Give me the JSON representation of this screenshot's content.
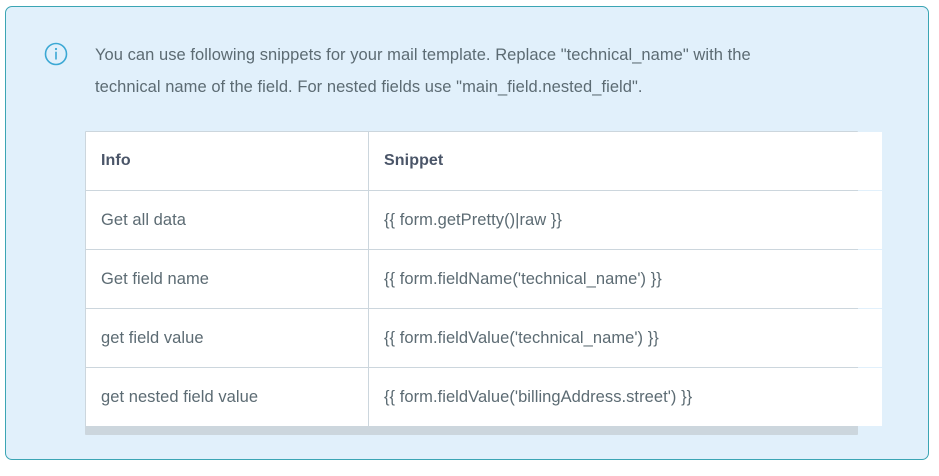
{
  "alert": {
    "icon": "info-circle-icon",
    "border_color": "#3ba5b4",
    "background_color": "#e1f0fb",
    "text_color": "#5c6b73",
    "message_line_1": "You can use following snippets for your mail template. Replace \"technical_name\" with the",
    "message_line_2": "technical name of the field. For nested fields use \"main_field.nested_field\"."
  },
  "table": {
    "headers": {
      "info": "Info",
      "snippet": "Snippet"
    },
    "rows": [
      {
        "info": "Get all data",
        "snippet": "{{ form.getPretty()|raw }}"
      },
      {
        "info": "Get field name",
        "snippet": "{{ form.fieldName('technical_name') }}"
      },
      {
        "info": "get field value",
        "snippet": "{{ form.fieldValue('technical_name') }}"
      },
      {
        "info": "get nested field value",
        "snippet": "{{ form.fieldValue('billingAddress.street') }}"
      }
    ]
  }
}
